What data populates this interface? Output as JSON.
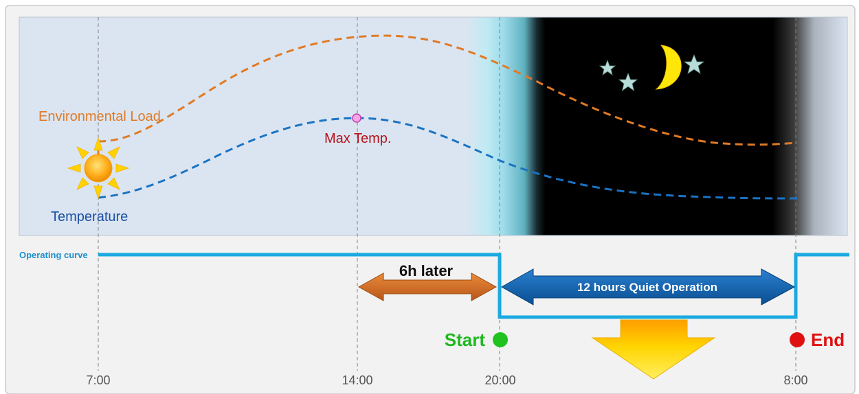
{
  "diagram": {
    "labels": {
      "environmental_load": "Environmental Load",
      "temperature": "Temperature",
      "max_temp": "Max Temp.",
      "operating_curve": "Operating curve",
      "six_hours_later": "6h later",
      "quiet_operation": "12 hours Quiet Operation",
      "start": "Start",
      "end": "End"
    },
    "times": [
      "7:00",
      "14:00",
      "20:00",
      "8:00"
    ],
    "colors": {
      "day_sky": "#dbe5f1",
      "night_sky": "#000000",
      "environmental_load_curve": "#e07a25",
      "temperature_curve": "#1a73c4",
      "operating_curve": "#1aa9e0",
      "max_temp_label": "#b5121b",
      "six_hours_arrow": "#c8651e",
      "quiet_arrow": "#0d5fa8",
      "start_dot": "#1fc21f",
      "end_dot": "#e01010",
      "down_arrow": "#ffd000"
    },
    "icons": [
      "sun-icon",
      "moon-icon",
      "star-icon",
      "down-arrow-icon"
    ]
  }
}
